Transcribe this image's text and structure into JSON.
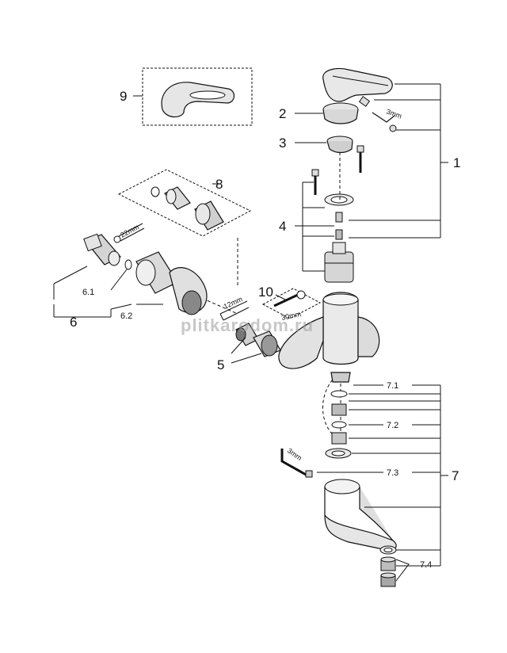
{
  "labels": {
    "c1": "1",
    "c2": "2",
    "c3": "3",
    "c4": "4",
    "c5": "5",
    "c6": "6",
    "c6_1": "6.1",
    "c6_2": "6.2",
    "c7": "7",
    "c7_1": "7.1",
    "c7_2": "7.2",
    "c7_3": "7.3",
    "c7_4": "7.4",
    "c8": "8",
    "c9": "9",
    "c10": "10"
  },
  "dims": {
    "d3mm_top": "3mm",
    "d22mm": "22mm",
    "d12mm": "12mm",
    "d30mm": "30mm",
    "d3mm_bottom": "3mm"
  },
  "watermark": "plitkarodom.ru",
  "colors": {
    "line": "#111111",
    "part_fill": "#f2f2f2",
    "shade": "#9a9a9a"
  }
}
